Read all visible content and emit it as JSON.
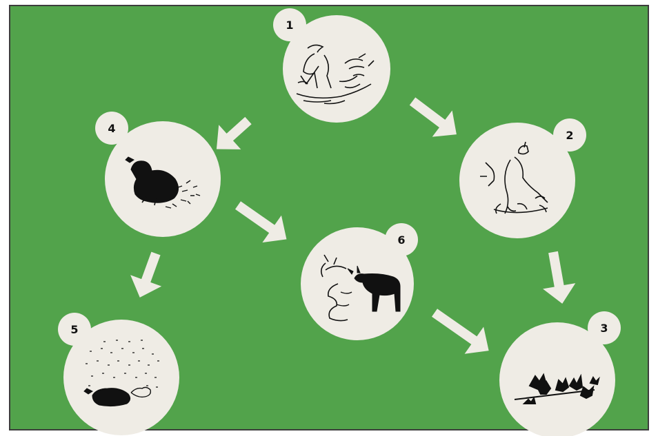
{
  "colors": {
    "background": "#52a34b",
    "circle_fill": "#efece5",
    "arrow_fill": "#efece5",
    "ink": "#111111",
    "frame_border": "#3c3c3c"
  },
  "nodes": [
    {
      "id": "1",
      "label": "1",
      "icon": "person-digging-plants-icon"
    },
    {
      "id": "2",
      "label": "2",
      "icon": "plant-with-small-animal-icon"
    },
    {
      "id": "3",
      "label": "3",
      "icon": "sprouting-plants-icon"
    },
    {
      "id": "4",
      "label": "4",
      "icon": "bird-scattering-seeds-icon"
    },
    {
      "id": "5",
      "label": "5",
      "icon": "animal-in-seed-shower-icon"
    },
    {
      "id": "6",
      "label": "6",
      "icon": "goat-grazing-vine-icon"
    }
  ],
  "edges": [
    {
      "from": "1",
      "to": "4"
    },
    {
      "from": "1",
      "to": "2"
    },
    {
      "from": "4",
      "to": "6"
    },
    {
      "from": "4",
      "to": "5"
    },
    {
      "from": "2",
      "to": "3"
    },
    {
      "from": "6",
      "to": "3"
    }
  ]
}
